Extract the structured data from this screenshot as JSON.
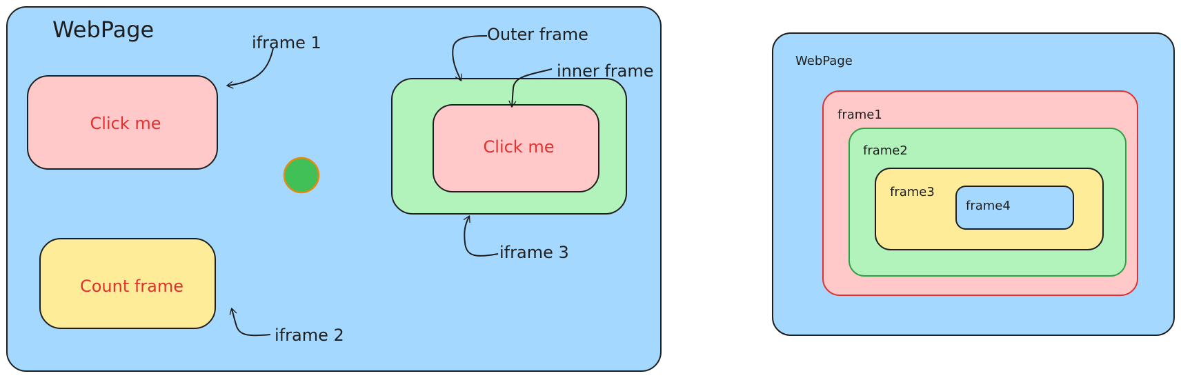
{
  "colors": {
    "page_bg": "#a5d8ff",
    "pink_bg": "#ffc9c9",
    "green_bg": "#b2f2bb",
    "yellow_bg": "#ffec99",
    "red_text": "#e03131",
    "stroke": "#1e1e1e",
    "dot_fill": "#40c057",
    "dot_stroke": "#e8890c",
    "red_border": "#e03131",
    "green_border": "#2f9e44"
  },
  "left_diagram": {
    "title": "WebPage",
    "iframe1": {
      "label": "iframe 1",
      "button_text": "Click me"
    },
    "iframe2": {
      "label": "iframe 2",
      "text": "Count frame"
    },
    "iframe3": {
      "label": "iframe 3",
      "outer_label": "Outer frame",
      "inner_label": "inner frame",
      "button_text": "Click me"
    }
  },
  "right_diagram": {
    "title": "WebPage",
    "frames": [
      "frame1",
      "frame2",
      "frame3",
      "frame4"
    ]
  }
}
